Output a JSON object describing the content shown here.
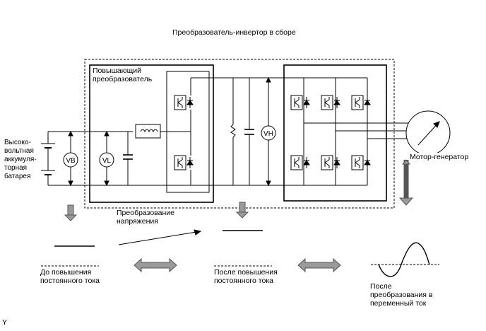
{
  "title": "Преобразователь-инвертор в сборе",
  "boost_converter_label": [
    "Повышающий",
    "преобразователь"
  ],
  "battery_label": [
    "Высоко-",
    "вольтная",
    "аккумуля-",
    "торная",
    "батарея"
  ],
  "motor_label": "Мотор-генератор",
  "conversion_label": [
    "Преобразование",
    "напряжения"
  ],
  "meters": {
    "vb": "VB",
    "vl": "VL",
    "vh": "VH"
  },
  "stage_labels": {
    "before_boost": [
      "До повышения",
      "постоянного тока"
    ],
    "after_boost": [
      "После повышения",
      "постоянного тока"
    ],
    "after_inversion": [
      "После",
      "преобразования в",
      "переменный ток"
    ]
  },
  "corner_mark": "Y",
  "colors": {
    "line": "#000000",
    "arrow_fill": "#9a9a9a",
    "arrow_stroke": "#555555"
  }
}
